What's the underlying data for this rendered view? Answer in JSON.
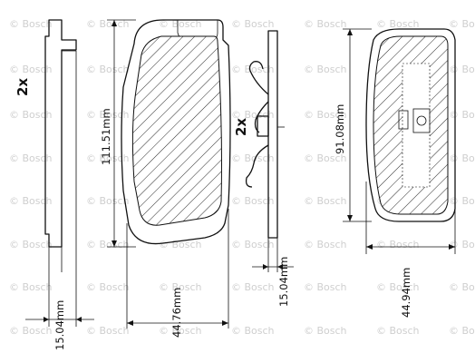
{
  "watermark": {
    "text": "© Bosch",
    "rows": [
      30,
      80,
      130,
      178,
      225,
      273,
      320,
      368
    ],
    "cols": [
      10,
      95,
      175,
      255,
      335,
      415,
      495
    ]
  },
  "labels": {
    "quantity_left": "2x",
    "quantity_right": "2x"
  },
  "dimensions": {
    "pad_height_left": "111.51mm",
    "pad_thickness_left": "15.04mm",
    "pad_thickness_left_bottom": "44.76mm",
    "shim_thickness": "15.04mm",
    "pad_height_right": "91.08mm",
    "pad_width_right": "44.94mm"
  }
}
